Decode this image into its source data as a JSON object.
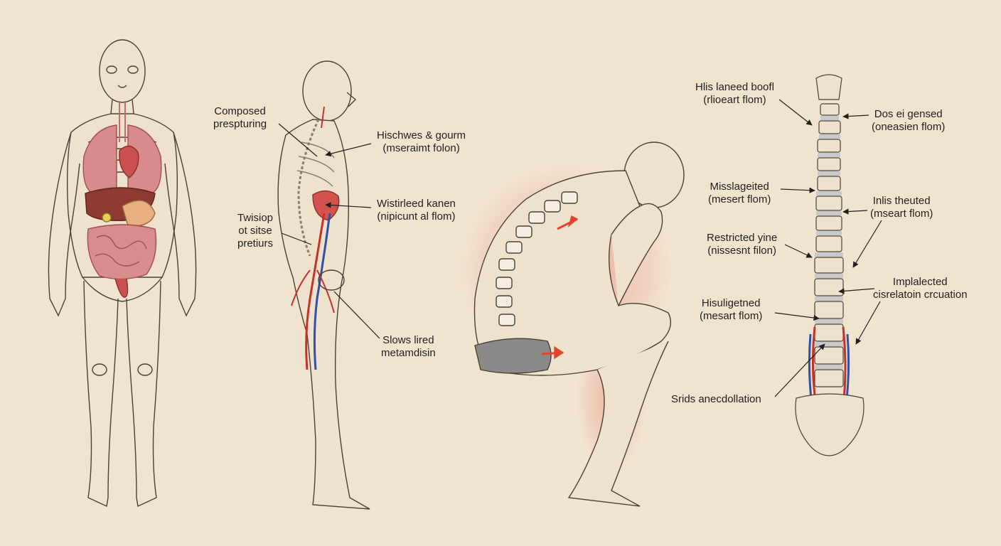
{
  "palette": {
    "background": "#f1e4cf",
    "outline": "#4a4036",
    "organ_red": "#c96a6c",
    "liver": "#8e3a30",
    "artery": "#c8302a",
    "vein": "#3050a8",
    "strain_glow": "#ee8a7c",
    "disc": "#c7c9cb",
    "label_text": "#1f1f1f"
  },
  "labels": {
    "compressed": {
      "line1": "Composed",
      "line2": "prespturing"
    },
    "hischwes": {
      "line1": "Hischwes & gourm",
      "line2": "(mseraimt folon)"
    },
    "wistirleed": {
      "line1": "Wistirleed kanen",
      "line2": "(nipicunt al flom)"
    },
    "twisiop": {
      "line1": "Twisiop",
      "line2": "ot sitse",
      "line3": "pretiurs"
    },
    "slows": {
      "line1": "Slows lired",
      "line2": "metamdisin"
    },
    "hlis": {
      "line1": "Hlis laneed boofl",
      "line2": "(rlioeart flom)"
    },
    "dos": {
      "line1": "Dos ei gensed",
      "line2": "(oneasien flom)"
    },
    "misslageited": {
      "line1": "Misslageited",
      "line2": "(mesert flom)"
    },
    "inlis": {
      "line1": "Inlis theuted",
      "line2": "(mseart flom)"
    },
    "restricted": {
      "line1": "Restricted yine",
      "line2": "(nissesnt filon)"
    },
    "implicated": {
      "line1": "Implalected",
      "line2": "cisrelatoin crcuation"
    },
    "hisuligetned": {
      "line1": "Hisuligetned",
      "line2": "(mesart flom)"
    },
    "srids": {
      "line1": "Srids anecdollation"
    }
  }
}
